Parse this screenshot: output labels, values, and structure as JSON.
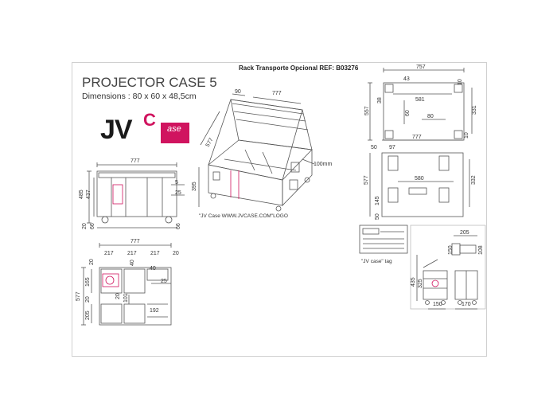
{
  "header": {
    "title": "Rack Transporte Opcional REF: B03276"
  },
  "product": {
    "title": "PROJECTOR CASE 5",
    "dimensions": "Dimensions : 80 x 60 x 48,5cm"
  },
  "logo": {
    "jv": "JV",
    "c": "C",
    "ase": "ase"
  },
  "colors": {
    "accent": "#d0145f",
    "line": "#555555",
    "text": "#333333"
  },
  "front_view": {
    "dims": [
      "777",
      "485",
      "437",
      "5",
      "25",
      "20",
      "66",
      "66"
    ]
  },
  "iso_view": {
    "dims": [
      "90",
      "777",
      "577",
      "395",
      "100mm"
    ],
    "caption": "\"JV Case WWW.JVCASE.COM\"LOGO"
  },
  "top_view": {
    "dims": [
      "777",
      "217",
      "217",
      "217",
      "20",
      "20",
      "40",
      "40",
      "25",
      "577",
      "165",
      "20",
      "205",
      "20",
      "101",
      "192"
    ]
  },
  "rack_top": {
    "dims": [
      "757",
      "43",
      "10",
      "38",
      "557",
      "581",
      "60",
      "80",
      "331",
      "10"
    ]
  },
  "rack_bottom": {
    "dims": [
      "777",
      "50",
      "97",
      "577",
      "580",
      "332",
      "145",
      "50"
    ]
  },
  "tag": {
    "caption": "\"JV case\" tag"
  },
  "side_view": {
    "dims": [
      "205",
      "150",
      "108",
      "435",
      "325",
      "150",
      "170"
    ]
  }
}
